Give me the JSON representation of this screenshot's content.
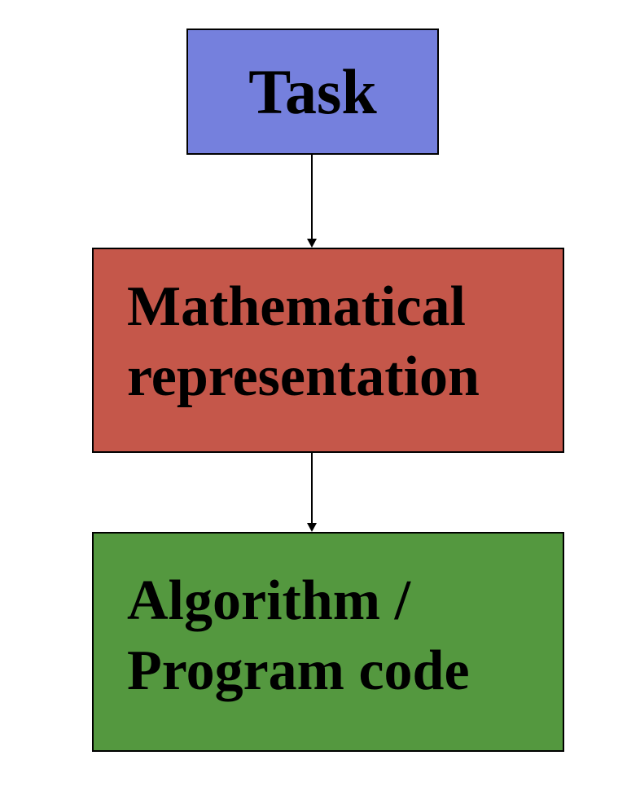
{
  "nodes": {
    "task": {
      "label": "Task",
      "color": "#7580DD"
    },
    "math": {
      "lines": [
        "Mathematical",
        "representation"
      ],
      "color": "#C5574A"
    },
    "algo": {
      "lines": [
        "Algorithm /",
        "Program code"
      ],
      "color": "#54983F"
    }
  },
  "edges": [
    {
      "from": "task",
      "to": "math"
    },
    {
      "from": "math",
      "to": "algo"
    }
  ]
}
